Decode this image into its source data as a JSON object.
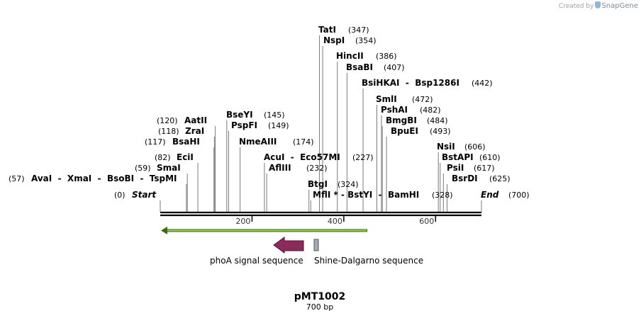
{
  "credit": {
    "prefix": "Created by",
    "brand": "SnapGene"
  },
  "plasmid": {
    "name": "pMT1002",
    "size_label": "700 bp",
    "length": 700
  },
  "ruler": {
    "ticks": [
      200,
      400,
      600
    ]
  },
  "enzyme_labels": [
    {
      "id": "tati",
      "text": "TatI",
      "pos_label": "(347)",
      "cut": 347
    },
    {
      "id": "nspi",
      "text": "NspI",
      "pos_label": "(354)",
      "cut": 354
    },
    {
      "id": "hincii",
      "text": "HincII",
      "pos_label": "(386)",
      "cut": 386
    },
    {
      "id": "bsabi",
      "text": "BsaBI",
      "pos_label": "(407)",
      "cut": 407
    },
    {
      "id": "bsihkai",
      "text": "BsiHKAI  -  Bsp1286I",
      "pos_label": "(442)",
      "cut": 442
    },
    {
      "id": "smli",
      "text": "SmlI",
      "pos_label": "(472)",
      "cut": 472
    },
    {
      "id": "pshai",
      "text": "PshAI",
      "pos_label": "(482)",
      "cut": 482
    },
    {
      "id": "bmgbi",
      "text": "BmgBI",
      "pos_label": "(484)",
      "cut": 484
    },
    {
      "id": "bpuei",
      "text": "BpuEI",
      "pos_label": "(493)",
      "cut": 493
    },
    {
      "id": "aatii",
      "text": "AatII",
      "pos_label": "(120)",
      "cut": 120
    },
    {
      "id": "zrai",
      "text": "ZraI",
      "pos_label": "(118)",
      "cut": 118
    },
    {
      "id": "bsahi",
      "text": "BsaHI",
      "pos_label": "(117)",
      "cut": 117
    },
    {
      "id": "ecii",
      "text": "EciI",
      "pos_label": "(82)",
      "cut": 82
    },
    {
      "id": "smai",
      "text": "SmaI",
      "pos_label": "(59)",
      "cut": 59
    },
    {
      "id": "avai",
      "text": "AvaI  -  XmaI  -  BsoBI  -  TspMI",
      "pos_label": "(57)",
      "cut": 57
    },
    {
      "id": "start",
      "text": "Start",
      "pos_label": "(0)",
      "cut": 0
    },
    {
      "id": "bseyi",
      "text": "BseYI",
      "pos_label": "(145)",
      "cut": 145
    },
    {
      "id": "pspfi",
      "text": "PspFI",
      "pos_label": "(149)",
      "cut": 149
    },
    {
      "id": "nmeaiii",
      "text": "NmeAIII",
      "pos_label": "(174)",
      "cut": 174
    },
    {
      "id": "acui",
      "text": "AcuI  -  Eco57MI",
      "pos_label": "(227)",
      "cut": 227
    },
    {
      "id": "afliii",
      "text": "AflIII",
      "pos_label": "(232)",
      "cut": 232
    },
    {
      "id": "btgi",
      "text": "BtgI",
      "pos_label": "(324)",
      "cut": 324
    },
    {
      "id": "mfli",
      "text": "MflI * - BstYI  -  BamHI",
      "pos_label": "(328)",
      "cut": 328
    },
    {
      "id": "nsii",
      "text": "NsiI",
      "pos_label": "(606)",
      "cut": 606
    },
    {
      "id": "bstapi",
      "text": "BstAPI",
      "pos_label": "(610)",
      "cut": 610
    },
    {
      "id": "psii",
      "text": "PsiI",
      "pos_label": "(617)",
      "cut": 617
    },
    {
      "id": "bsrdi",
      "text": "BsrDI",
      "pos_label": "(625)",
      "cut": 625
    },
    {
      "id": "end",
      "text": "End",
      "pos_label": "(700)",
      "cut": 700
    }
  ],
  "features": [
    {
      "id": "green-orf",
      "label": "",
      "direction": "reverse",
      "start": 0,
      "end": 454,
      "color": "#8fd14f",
      "outline": "#3f6b12"
    },
    {
      "id": "phoa",
      "label": "phoA signal sequence",
      "direction": "reverse",
      "color": "#8b2a5b"
    },
    {
      "id": "shine-dalgarno",
      "label": "Shine-Dalgarno sequence",
      "direction": "none",
      "color": "#a6a8b8"
    }
  ]
}
